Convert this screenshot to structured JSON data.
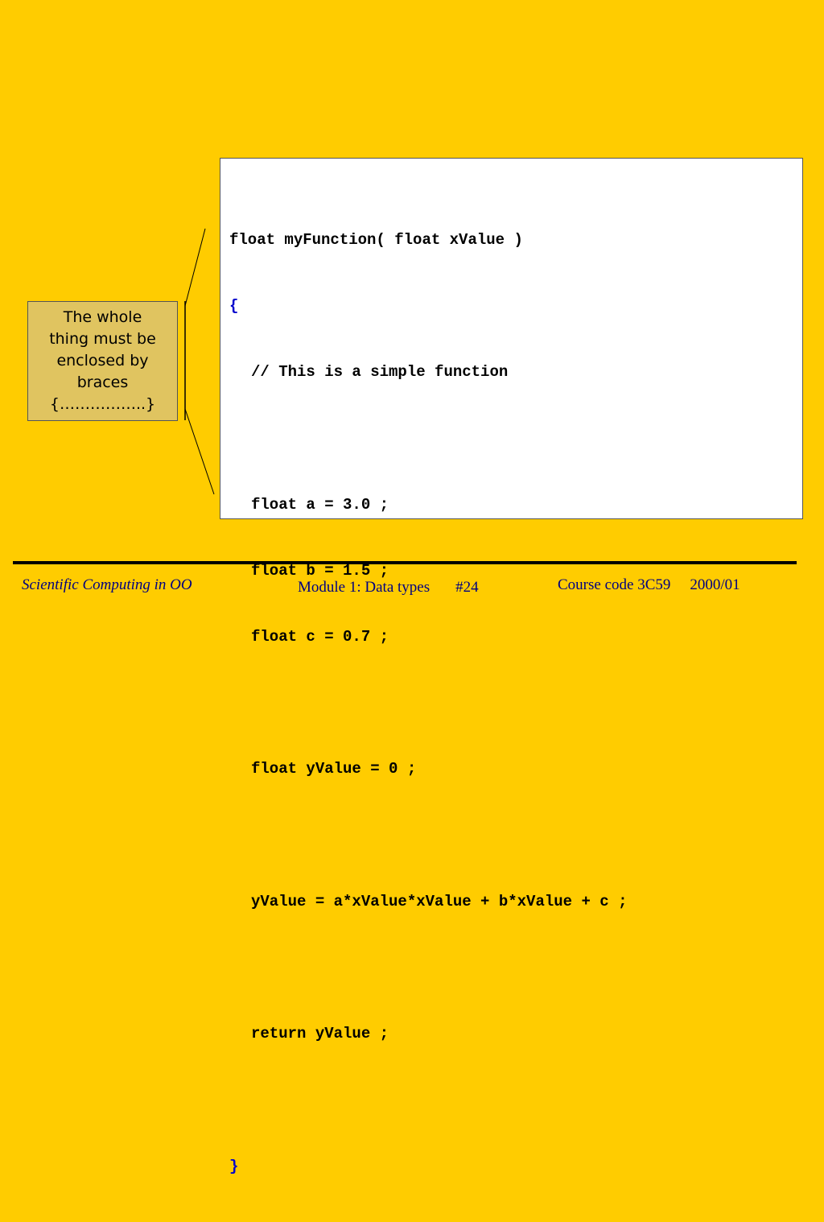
{
  "code": {
    "line1": "float myFunction( float xValue )",
    "open_brace": "{",
    "comment": "// This is a simple function",
    "line_a": "float a = 3.0 ;",
    "line_b": "float b = 1.5 ;",
    "line_c": "float c = 0.7 ;",
    "line_y": "float yValue = 0 ;",
    "line_calc": "yValue = a*xValue*xValue + b*xValue + c ;",
    "line_return": "return yValue ;",
    "close_brace": "}"
  },
  "callout": {
    "line1": "The whole",
    "line2": "thing must be",
    "line3": "enclosed by",
    "line4": "braces",
    "line5": "{……………..}"
  },
  "footer": {
    "course_title": "Scientific Computing in OO",
    "module": "Module 1: Data types",
    "slide_number": "#24",
    "course_code": "Course code 3C59",
    "year": "2000/01"
  },
  "colors": {
    "background": "#FFCC00",
    "brace": "#0000CC",
    "footer_text": "#000080",
    "callout_fill": "#E0C460"
  }
}
